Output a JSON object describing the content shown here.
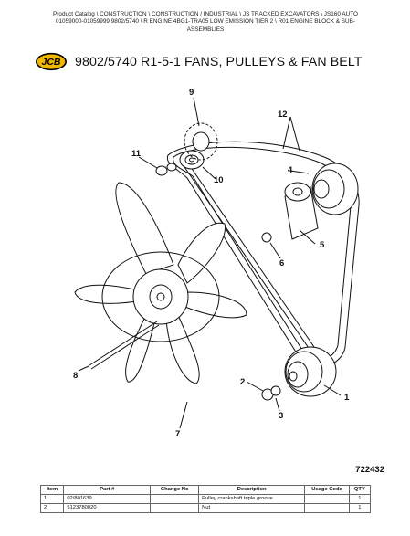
{
  "breadcrumb": {
    "line1": "Product Catalog  \\  CONSTRUCTION  \\  CONSTRUCTION / INDUSTRIAL  \\  JS TRACKED EXCAVATORS  \\  JS160 AUTO",
    "line2": "01059000-01059999 9802/5740  \\  R ENGINE 4BG1-TRA05 LOW EMISSION TIER 2  \\  R01 ENGINE BLOCK & SUB-",
    "line3": "ASSEMBLIES"
  },
  "logo": {
    "text": "JCB",
    "color": "#f2b800"
  },
  "page_title": "9802/5740 R1-5-1 FANS, PULLEYS & FAN BELT",
  "callouts": [
    "1",
    "2",
    "3",
    "4",
    "5",
    "6",
    "7",
    "8",
    "9",
    "10",
    "11",
    "12"
  ],
  "figure_id": "722432",
  "table": {
    "headers": [
      "Item",
      "Part #",
      "Change No",
      "Description",
      "Usage Code",
      "QTY"
    ],
    "rows": [
      {
        "item": "1",
        "part": "02/801639",
        "change": "",
        "description": "Pulley crankshaft triple groove",
        "usage": "",
        "qty": "1"
      },
      {
        "item": "2",
        "part": "5123780020",
        "change": "",
        "description": "Nut",
        "usage": "",
        "qty": "1"
      }
    ]
  }
}
